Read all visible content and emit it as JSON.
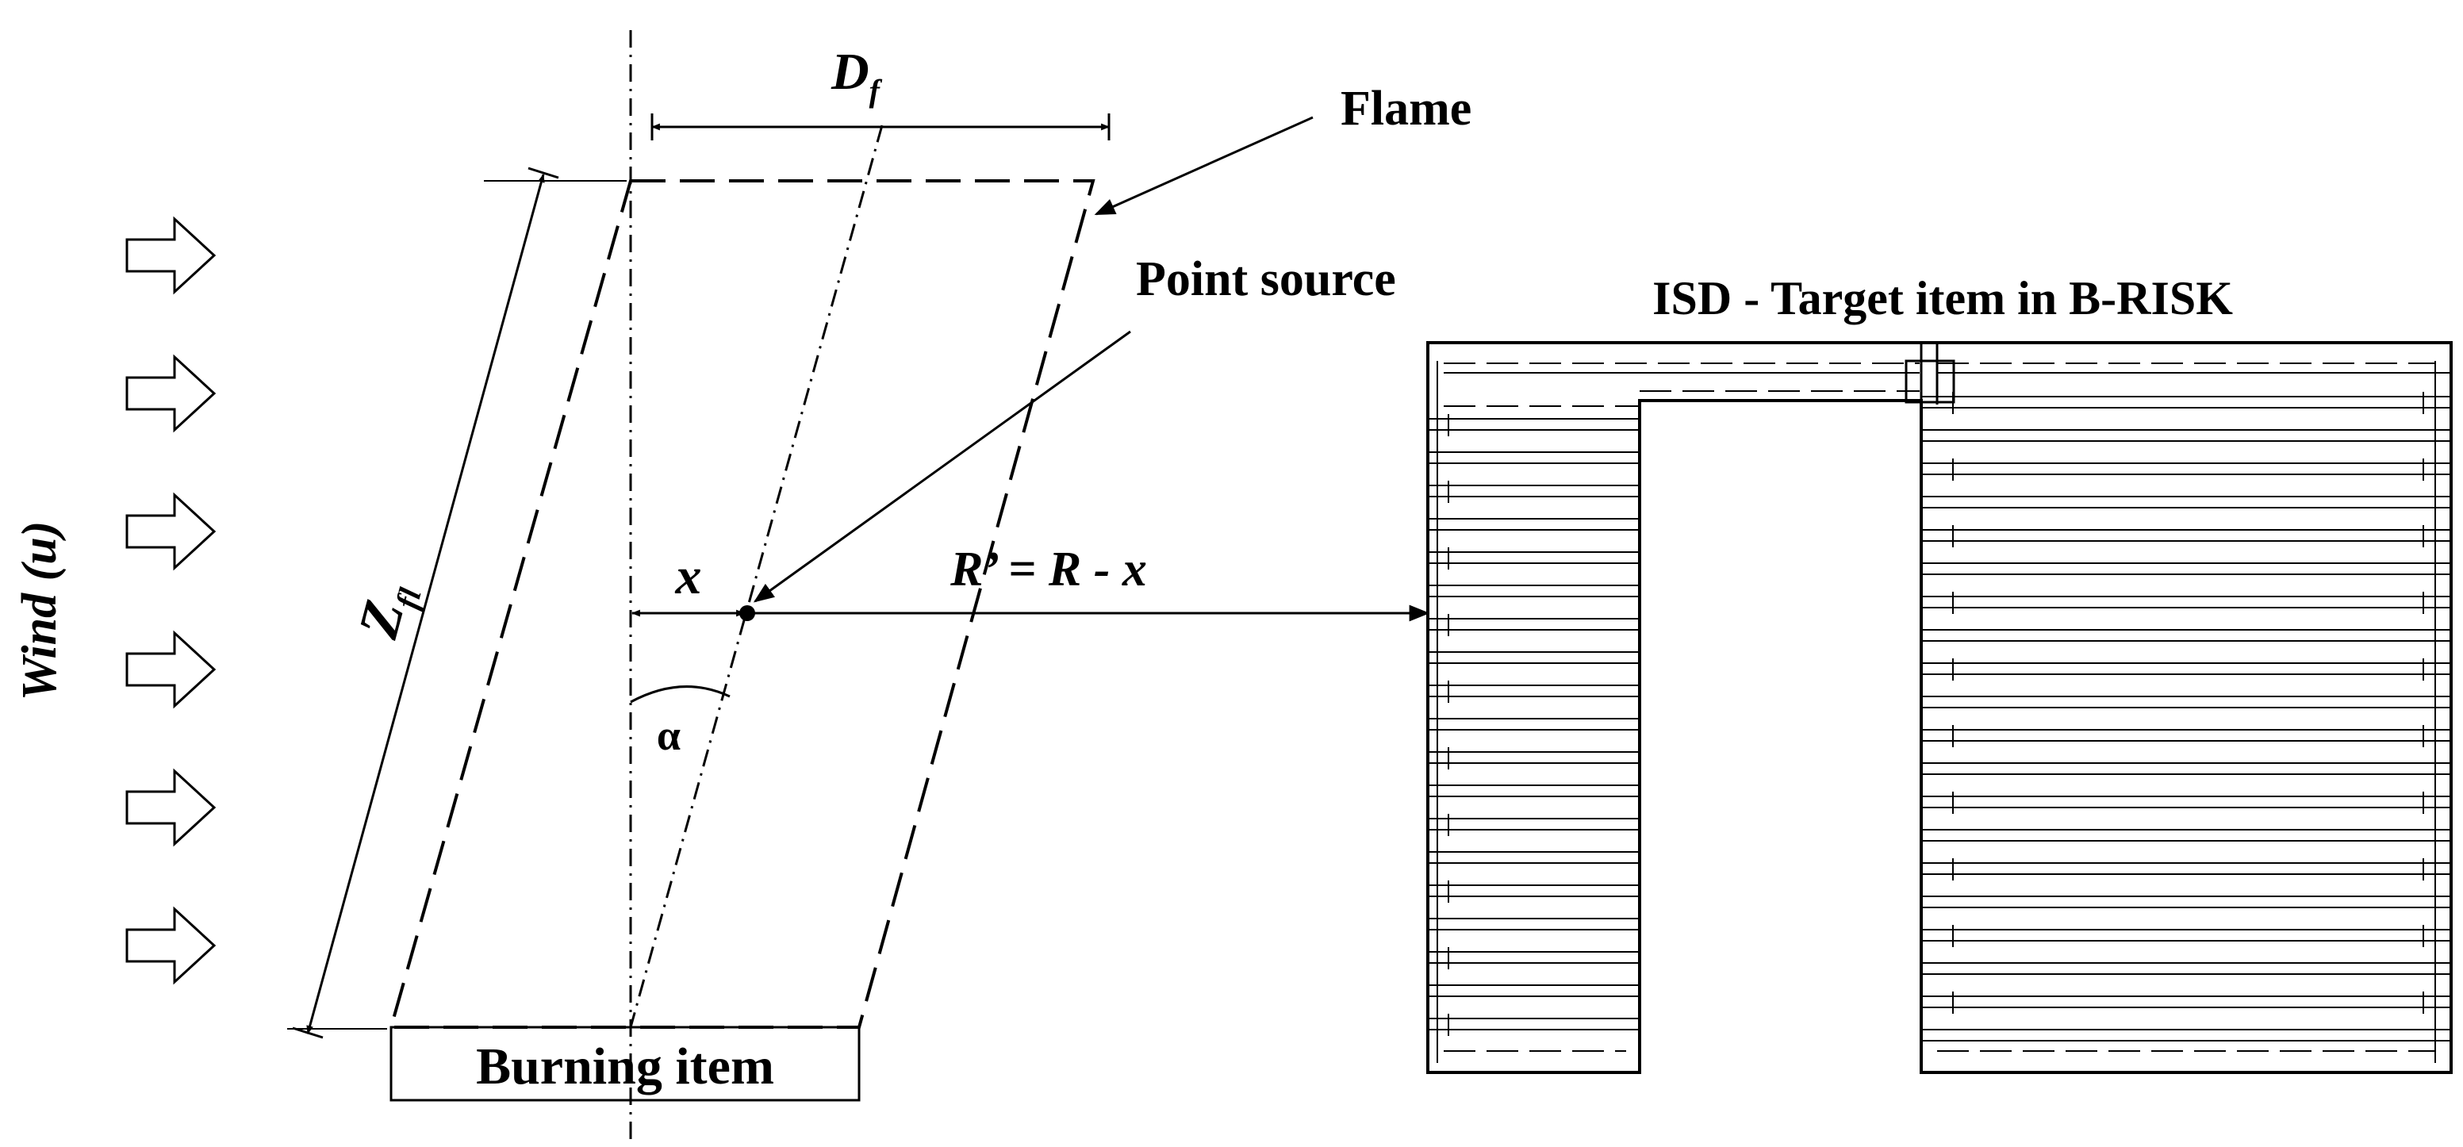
{
  "colors": {
    "ink": "#000000",
    "background": "#ffffff",
    "arrow_outline": "#000000",
    "arrow_fill": "#ffffff"
  },
  "labels": {
    "flame": "Flame",
    "point_source": "Point source",
    "target_title": "ISD - Target item in B-RISK",
    "burning_item": "Burning item",
    "wind": "Wind (u)",
    "flame_diameter": {
      "main": "D",
      "sub": "f"
    },
    "flame_length": {
      "main": "Z",
      "sub": "fl"
    },
    "offset": "x",
    "angle": "α",
    "distance": "R’ = R - x"
  },
  "wind_arrow_count": 6,
  "icons": {
    "wind_arrow": "hollow-right-arrow-icon"
  }
}
